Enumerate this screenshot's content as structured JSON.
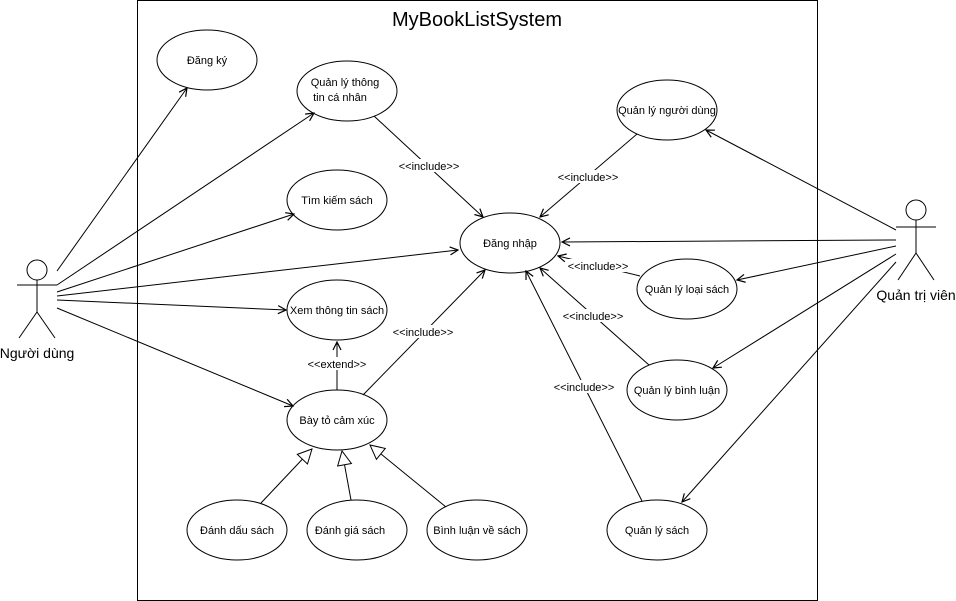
{
  "system": {
    "title": "MyBookListSystem"
  },
  "actors": {
    "user": "Người dùng",
    "admin": "Quản trị viên"
  },
  "use_cases": {
    "dang_ky": [
      "Đăng ký"
    ],
    "ql_thong_tin": [
      "Quản lý thông",
      "tin cá nhân"
    ],
    "tim_kiem": [
      "Tìm kiếm sách"
    ],
    "dang_nhap": [
      "Đăng nhập"
    ],
    "xem_thong_tin": [
      "Xem thông tin sách"
    ],
    "bay_to": [
      "Bày tỏ cảm xúc"
    ],
    "danh_dau": [
      "Đánh dấu sách"
    ],
    "danh_gia": [
      "Đánh giá sách"
    ],
    "binh_luan_ve": [
      "Bình luận về sách"
    ],
    "ql_nguoi_dung": [
      "Quản lý người dùng"
    ],
    "ql_loai_sach": [
      "Quản lý loại sách"
    ],
    "ql_binh_luan": [
      "Quản lý bình luận"
    ],
    "ql_sach": [
      "Quản lý sách"
    ]
  },
  "relation_labels": {
    "include": "<<include>>",
    "extend": "<<extend>>"
  }
}
